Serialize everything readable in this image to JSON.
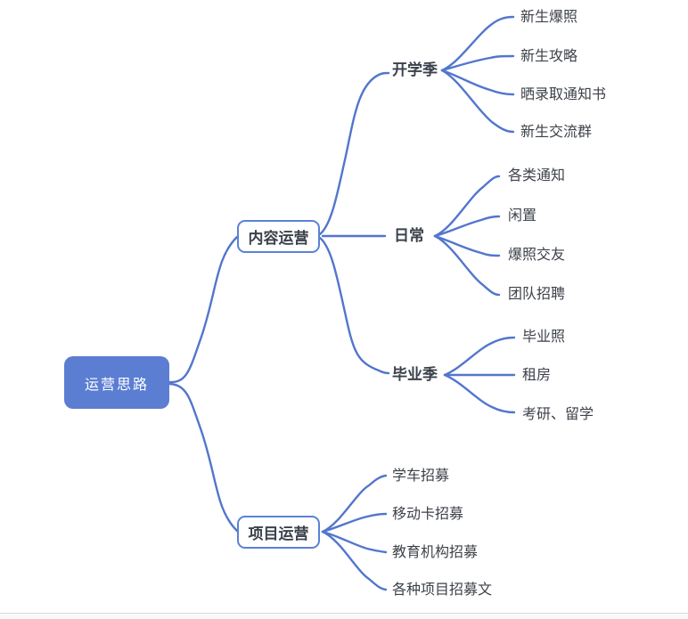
{
  "colors": {
    "background": "#ffffff",
    "connector_line": "#5276cd",
    "root_fill": "#5b7ed3",
    "root_text": "#ffffff",
    "branch_border": "#5b82d8",
    "text_dark": "#3b414b",
    "footer_divider": "#d9d9dc"
  },
  "mindmap": {
    "root": {
      "label": "运营思路"
    },
    "branches": [
      {
        "label": "内容运营",
        "children": [
          {
            "label": "开学季",
            "children": [
              {
                "label": "新生爆照"
              },
              {
                "label": "新生攻略"
              },
              {
                "label": "晒录取通知书"
              },
              {
                "label": "新生交流群"
              }
            ]
          },
          {
            "label": "日常",
            "children": [
              {
                "label": "各类通知"
              },
              {
                "label": "闲置"
              },
              {
                "label": "爆照交友"
              },
              {
                "label": "团队招聘"
              }
            ]
          },
          {
            "label": "毕业季",
            "children": [
              {
                "label": "毕业照"
              },
              {
                "label": "租房"
              },
              {
                "label": "考研、留学"
              }
            ]
          }
        ]
      },
      {
        "label": "项目运营",
        "children": [
          {
            "label": "学车招募"
          },
          {
            "label": "移动卡招募"
          },
          {
            "label": "教育机构招募"
          },
          {
            "label": "各种项目招募文"
          }
        ]
      }
    ]
  }
}
